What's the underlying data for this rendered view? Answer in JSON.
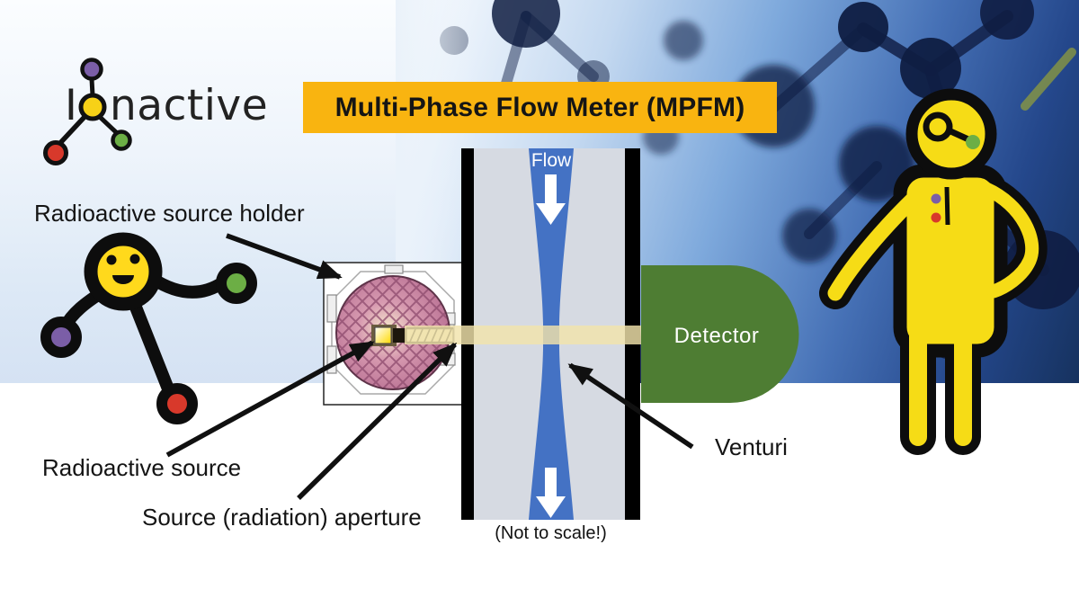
{
  "brand": {
    "wordmark": "Ionactive",
    "visible_prefix": "I",
    "visible_suffix": "nactive"
  },
  "banner": {
    "title": "Multi-Phase Flow Meter (MPFM)"
  },
  "diagram": {
    "flow_label": "Flow",
    "detector_label": "Detector",
    "note": "(Not to scale!)",
    "labels": {
      "holder": "Radioactive source holder",
      "source": "Radioactive source",
      "aperture": "Source (radiation) aperture",
      "venturi": "Venturi"
    }
  },
  "colors": {
    "banner_bg": "#F9B410",
    "venturi_blue": "#4472C4",
    "pipe_bore_gray": "#D6DAE2",
    "pipe_wall_black": "#000000",
    "detector_green": "#4E7D33",
    "beam_beige": "#F1E3AB",
    "shield_pink": "#BD7697",
    "source_yellow": "#FFE000",
    "figure_yellow": "#F6DC16",
    "head_yellow": "#FFD91C",
    "atom_purple": "#7B5EA7",
    "atom_green": "#6CAE45",
    "atom_red": "#D8392B",
    "logo_atom_yellow": "#F7D117",
    "arrow_black": "#101010"
  }
}
